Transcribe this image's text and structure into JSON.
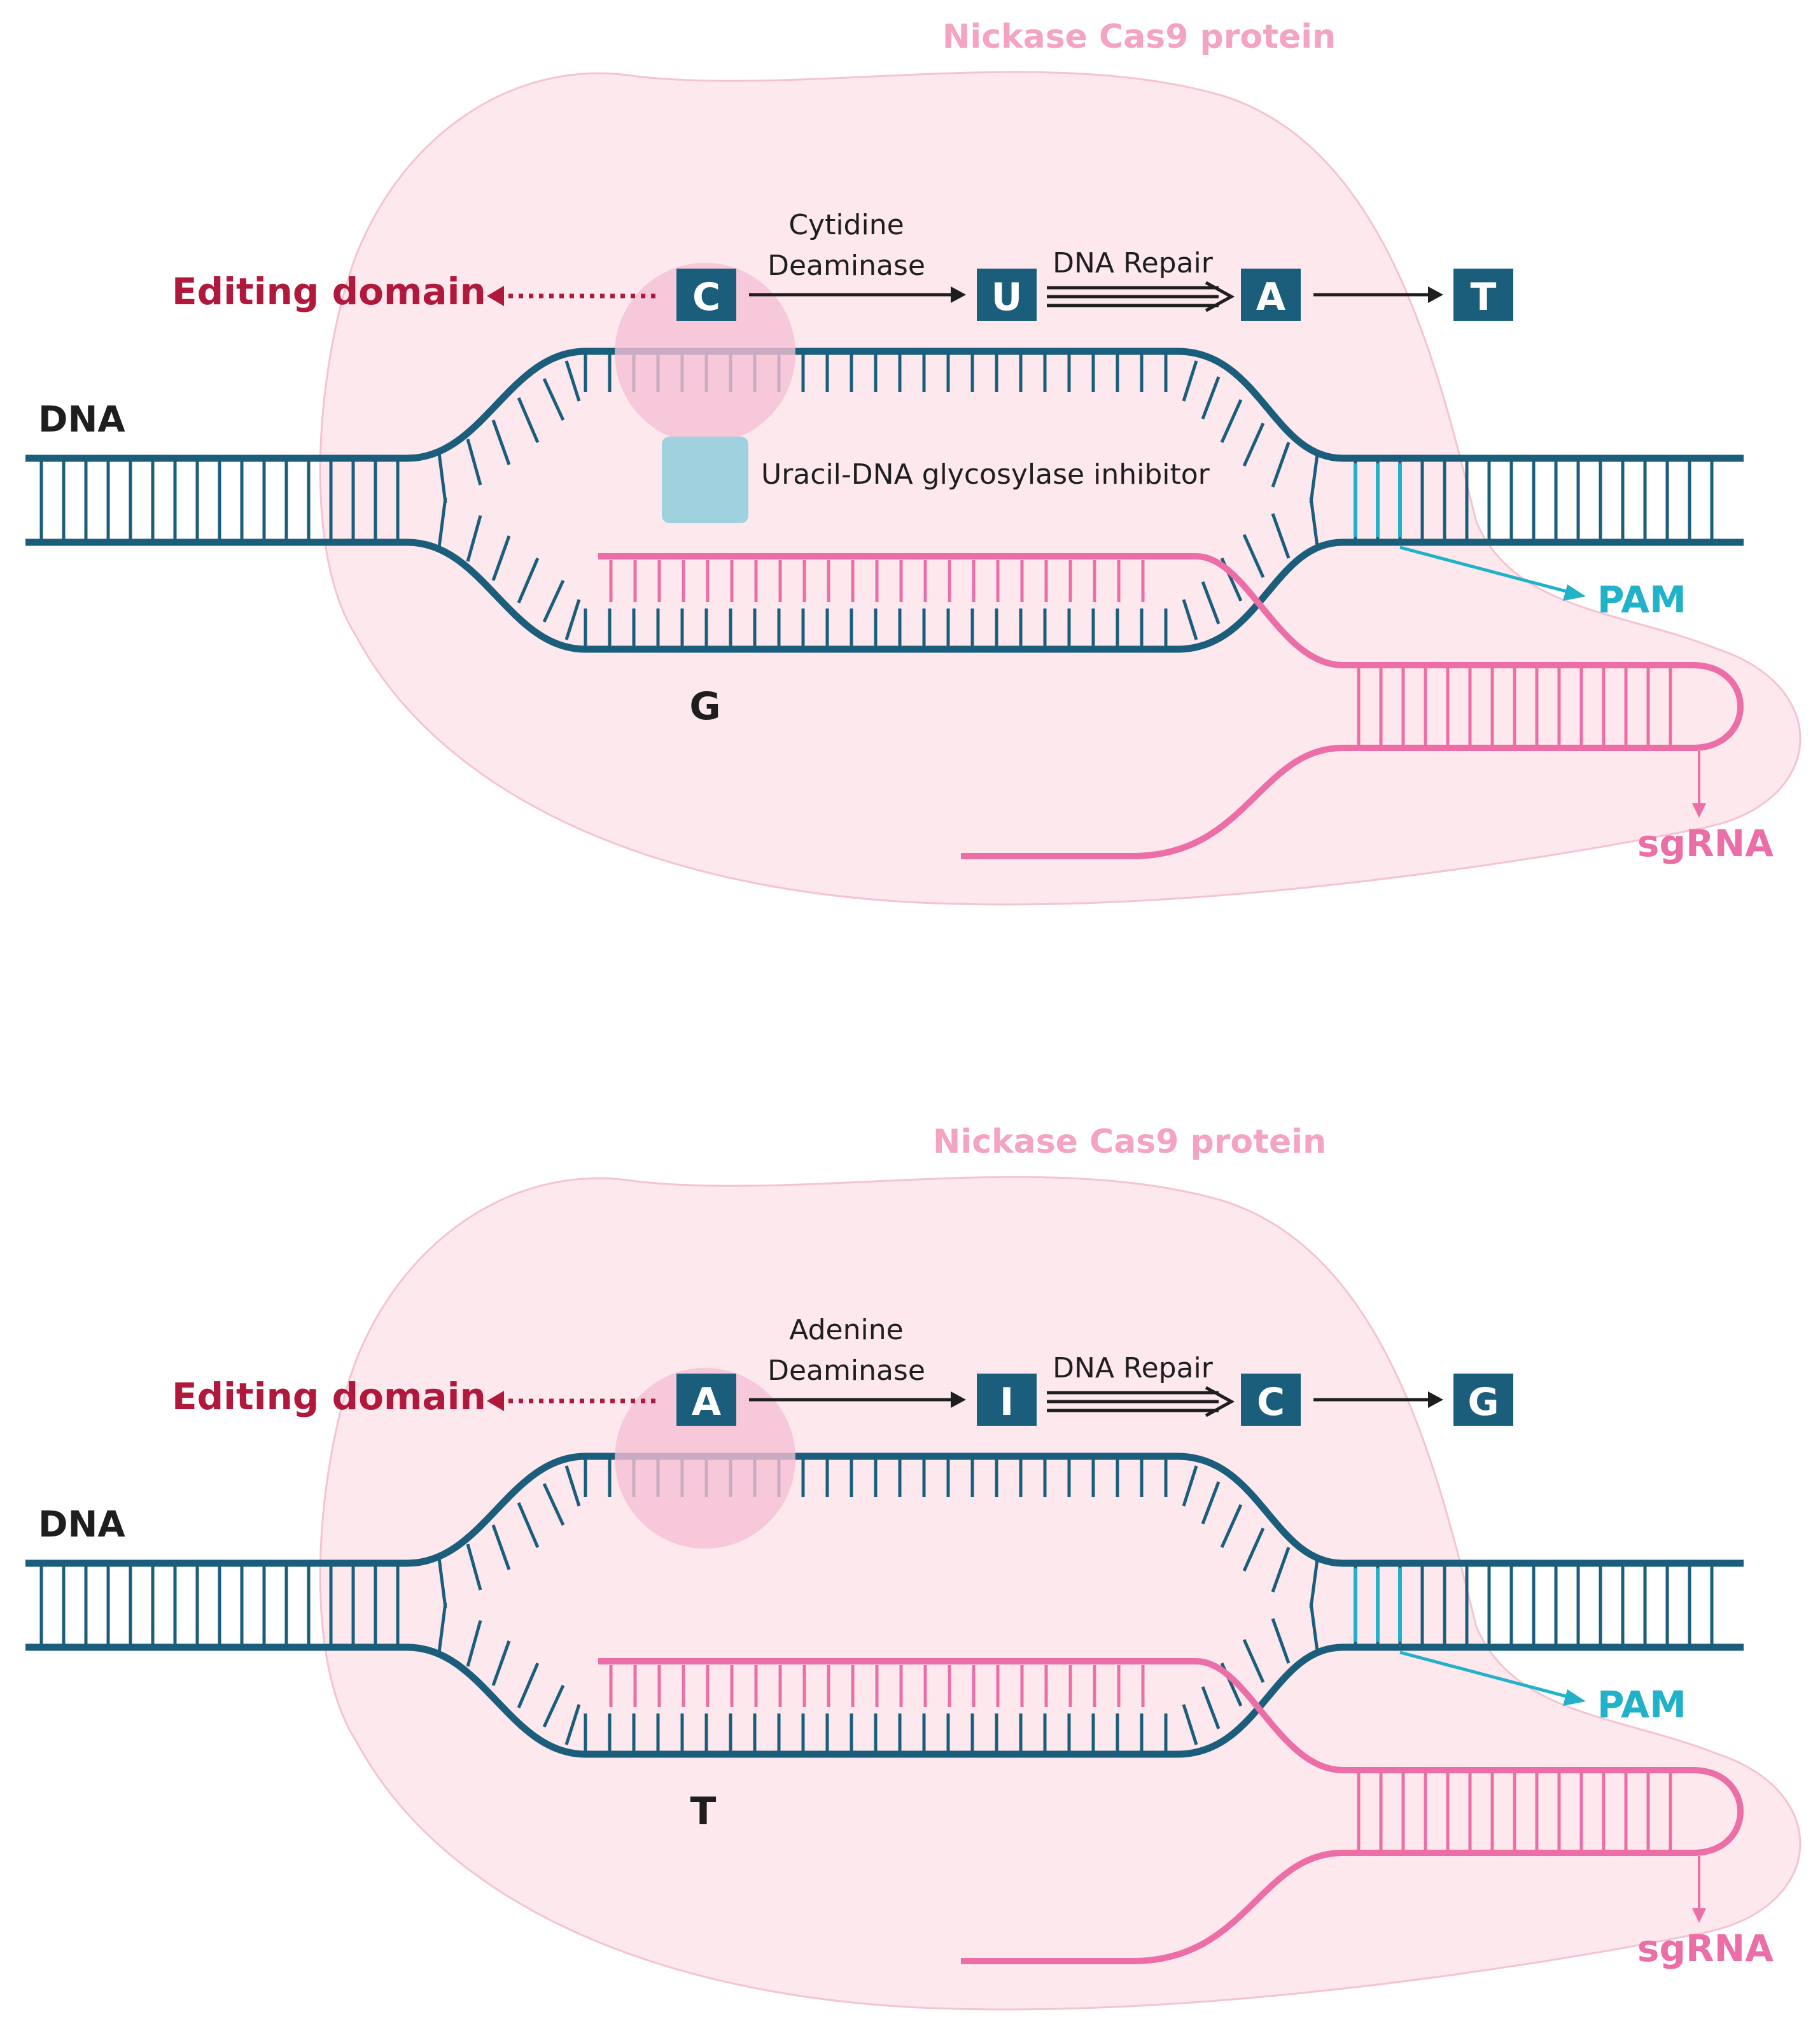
{
  "colors": {
    "dna": "#1b5e7b",
    "rna": "#ec6ea6",
    "pam": "#21b1c8",
    "protein_fill": "#fde8ee",
    "protein_stroke": "#f5c3d2",
    "protein_label": "#f4a3c2",
    "editing_label": "#b0193b",
    "highlight": "#f5bfd5",
    "ugi": "#9fd1df",
    "black": "#1e1e1e"
  },
  "panels": [
    {
      "protein_label": "Nickase Cas9 protein",
      "editing_label": "Editing domain",
      "dna_label": "DNA",
      "deaminase_line1": "Cytidine",
      "deaminase_line2": "Deaminase",
      "repair_label": "DNA Repair",
      "bases": [
        "C",
        "U",
        "A",
        "T"
      ],
      "complement_base": "G",
      "inhibitor_label": "Uracil-DNA glycosylase inhibitor",
      "pam_label": "PAM",
      "sgrna_label": "sgRNA"
    },
    {
      "protein_label": "Nickase Cas9 protein",
      "editing_label": "Editing domain",
      "dna_label": "DNA",
      "deaminase_line1": "Adenine",
      "deaminase_line2": "Deaminase",
      "repair_label": "DNA Repair",
      "bases": [
        "A",
        "I",
        "C",
        "G"
      ],
      "complement_base": "T",
      "pam_label": "PAM",
      "sgrna_label": "sgRNA"
    }
  ]
}
